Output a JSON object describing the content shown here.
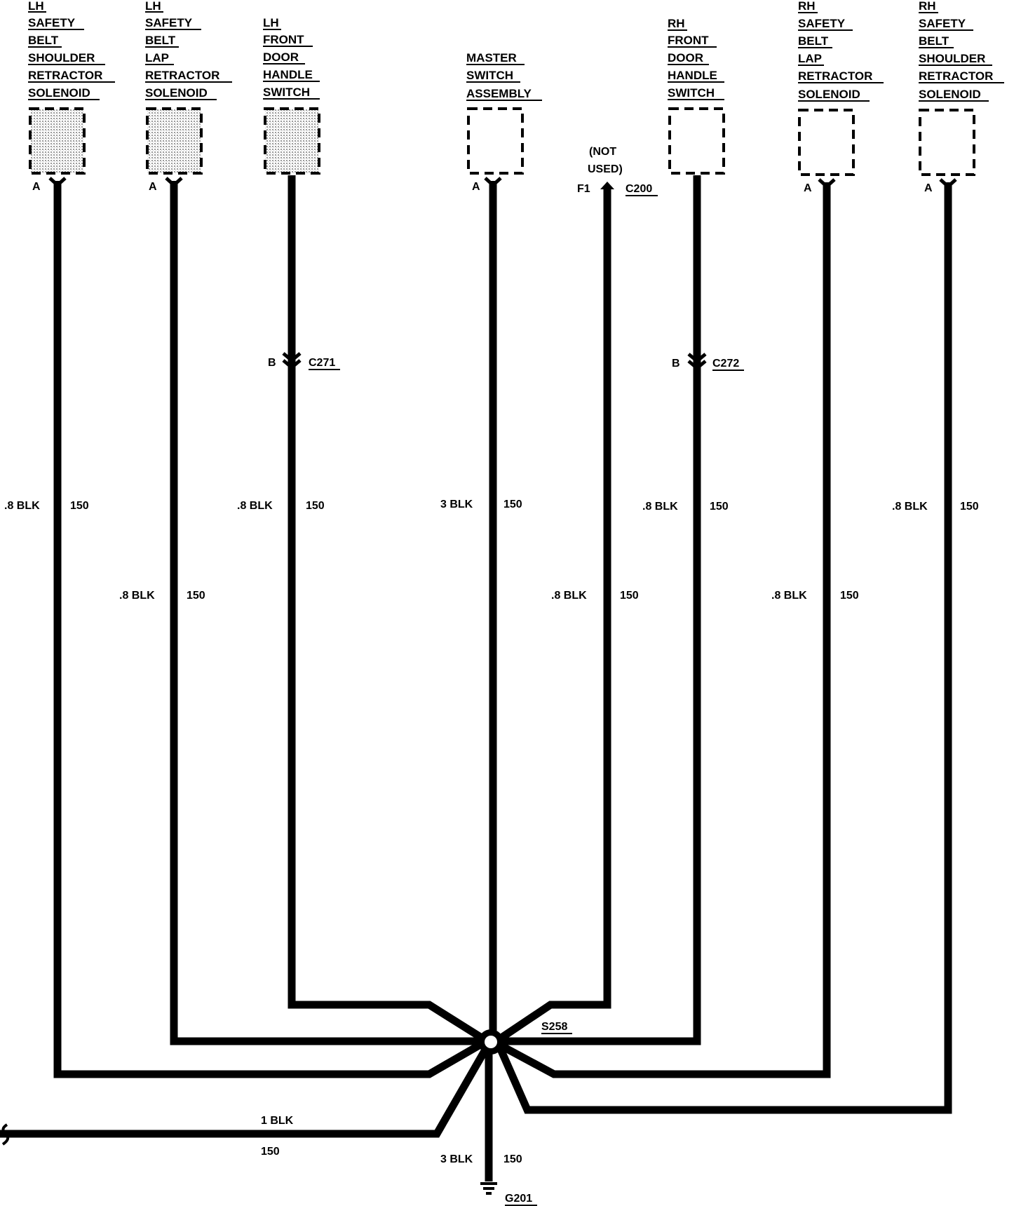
{
  "colors": {
    "wire": "#000000",
    "background": "#ffffff",
    "shade": "#c8c8c8"
  },
  "components": [
    {
      "id": "lh-shoulder",
      "lines": [
        "LH",
        "SAFETY",
        "BELT",
        "SHOULDER",
        "RETRACTOR",
        "SOLENOID"
      ],
      "pin": "A",
      "shaded": true
    },
    {
      "id": "lh-lap",
      "lines": [
        "LH",
        "SAFETY",
        "BELT",
        "LAP",
        "RETRACTOR",
        "SOLENOID"
      ],
      "pin": "A",
      "shaded": true
    },
    {
      "id": "lh-door",
      "lines": [
        "LH",
        "FRONT",
        "DOOR",
        "HANDLE",
        "SWITCH"
      ],
      "pin": "",
      "shaded": true
    },
    {
      "id": "master",
      "lines": [
        "MASTER",
        "SWITCH",
        "ASSEMBLY"
      ],
      "pin": "A",
      "shaded": false
    },
    {
      "id": "rh-door",
      "lines": [
        "RH",
        "FRONT",
        "DOOR",
        "HANDLE",
        "SWITCH"
      ],
      "pin": "",
      "shaded": false
    },
    {
      "id": "rh-lap",
      "lines": [
        "RH",
        "SAFETY",
        "BELT",
        "LAP",
        "RETRACTOR",
        "SOLENOID"
      ],
      "pin": "A",
      "shaded": false
    },
    {
      "id": "rh-shoulder",
      "lines": [
        "RH",
        "SAFETY",
        "BELT",
        "SHOULDER",
        "RETRACTOR",
        "SOLENOID"
      ],
      "pin": "A",
      "shaded": false
    }
  ],
  "not_used": {
    "line1": "(NOT",
    "line2": "USED)",
    "pin": "F1",
    "connector": "C200"
  },
  "inline_connectors": [
    {
      "pin": "B",
      "name": "C271"
    },
    {
      "pin": "B",
      "name": "C272"
    }
  ],
  "wires": [
    {
      "gauge": ".8 BLK",
      "circuit": "150"
    },
    {
      "gauge": ".8 BLK",
      "circuit": "150"
    },
    {
      "gauge": ".8 BLK",
      "circuit": "150"
    },
    {
      "gauge": "3 BLK",
      "circuit": "150"
    },
    {
      "gauge": ".8 BLK",
      "circuit": "150"
    },
    {
      "gauge": ".8 BLK",
      "circuit": "150"
    },
    {
      "gauge": ".8 BLK",
      "circuit": "150"
    },
    {
      "gauge": ".8 BLK",
      "circuit": "150"
    }
  ],
  "left_wire": {
    "gauge": "1 BLK",
    "circuit": "150"
  },
  "ground_wire": {
    "gauge": "3 BLK",
    "circuit": "150"
  },
  "splice": {
    "name": "S258"
  },
  "ground": {
    "name": "G201"
  }
}
